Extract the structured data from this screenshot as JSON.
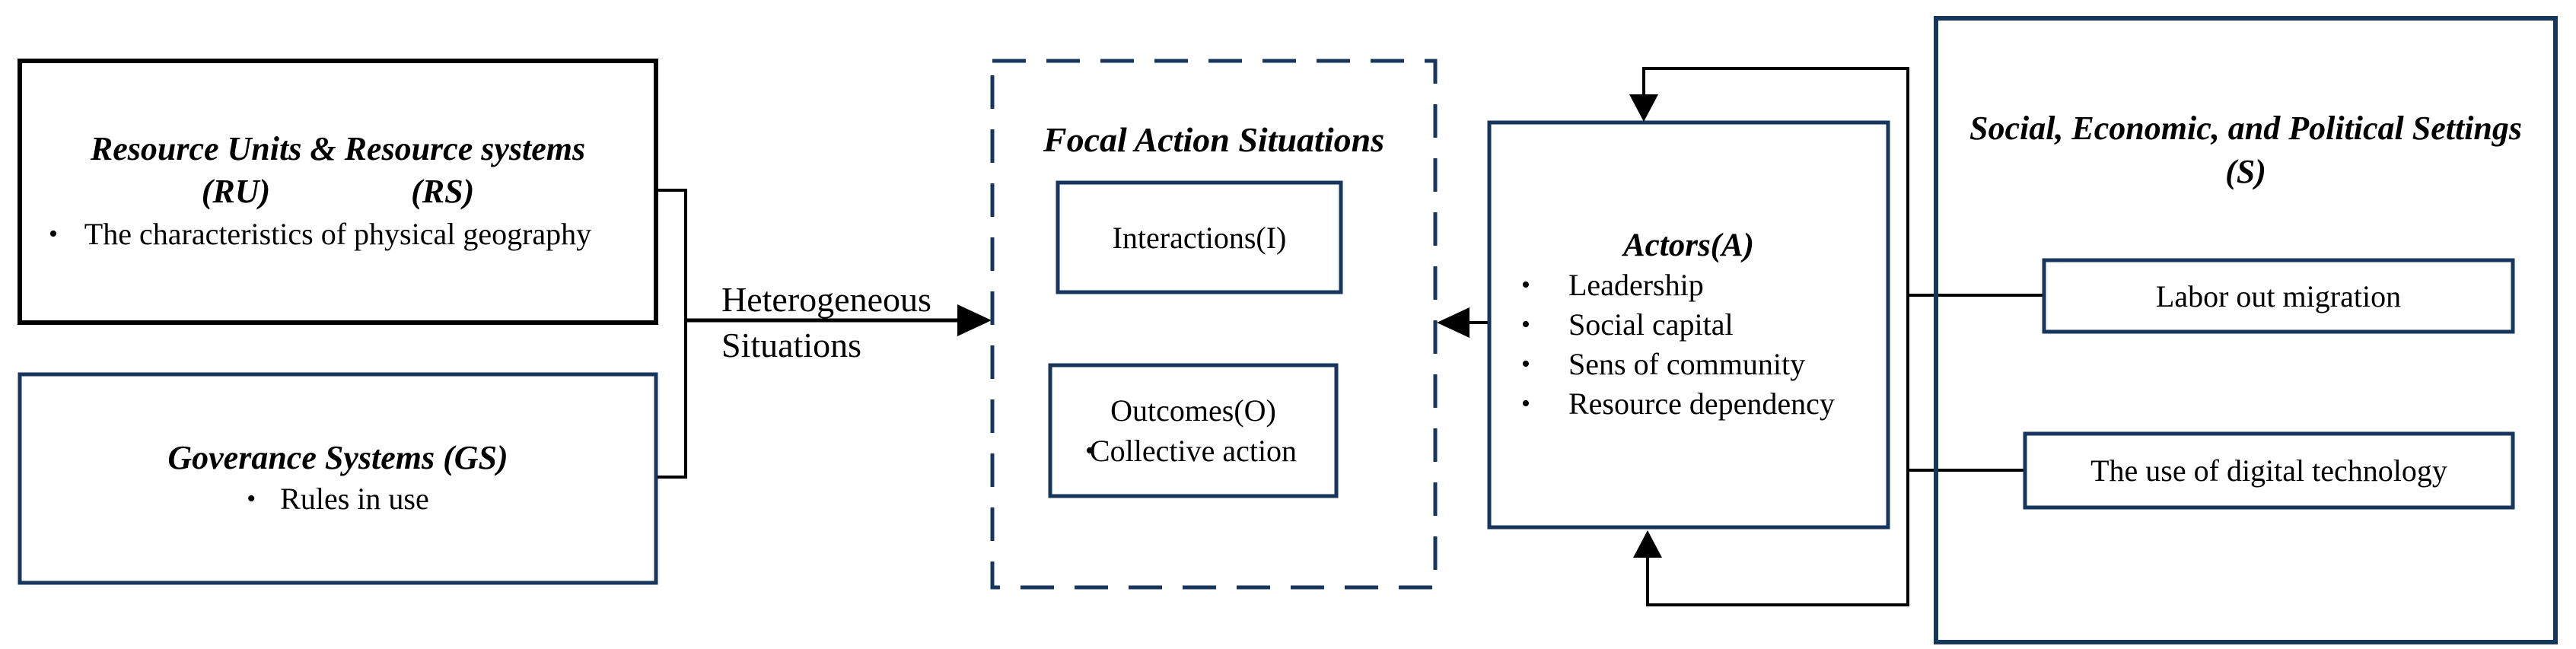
{
  "colors": {
    "navy": "#17365D",
    "black": "#000000"
  },
  "glyphs": {
    "bullet": "•"
  },
  "diagram": {
    "resource_box": {
      "title": "Resource Units & Resource systems",
      "ru": "(RU)",
      "rs": "(RS)",
      "bullet": "The characteristics of physical geography"
    },
    "governance_box": {
      "title": "Goverance Systems (GS)",
      "bullet": "Rules in use"
    },
    "arrow_label": {
      "line1": "Heterogeneous",
      "line2": "Situations"
    },
    "focal_box": {
      "title": "Focal Action Situations"
    },
    "interactions_box": {
      "label": "Interactions(I)"
    },
    "outcomes_box": {
      "label": "Outcomes(O)",
      "bullet": "Collective action"
    },
    "actors_box": {
      "title": "Actors(A)",
      "bullets": [
        "Leadership",
        "Social capital",
        "Sens of community",
        "Resource dependency"
      ]
    },
    "settings_box": {
      "title": "Social, Economic, and Political Settings",
      "subtitle": "(S)"
    },
    "labor_box": {
      "label": "Labor out migration"
    },
    "digital_box": {
      "label": "The use of digital technology"
    }
  }
}
